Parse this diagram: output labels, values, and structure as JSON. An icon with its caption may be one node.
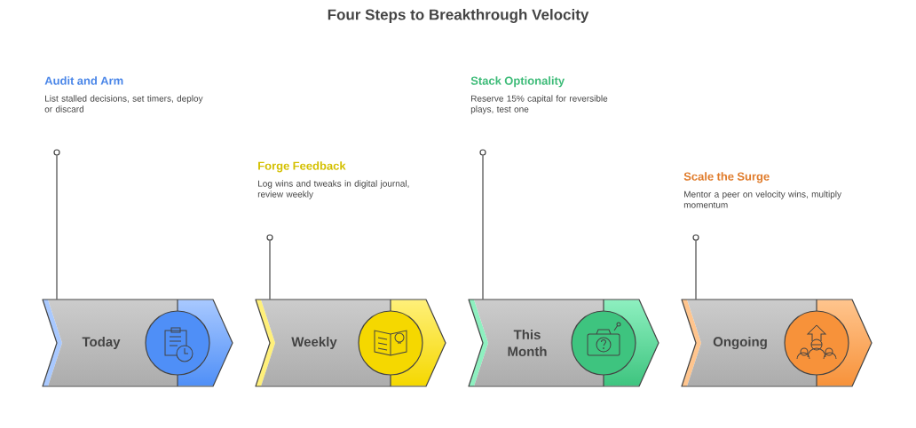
{
  "diagram": {
    "title": "Four Steps to Breakthrough Velocity",
    "nodes": [
      {
        "text": [
          "Audit and Arm",
          "List stalled decisions, set timers, deploy or discard"
        ]
      },
      {
        "text": [],
        "shape": "circle"
      },
      {
        "text": [
          "Today"
        ]
      },
      {
        "text": [
          "Forge Feedback",
          "Log wins and tweaks in digital journal, review weekly"
        ]
      },
      {
        "text": [],
        "shape": "circle"
      },
      {
        "text": [
          "Weekly"
        ]
      },
      {
        "text": [
          "Stack Optionality",
          "Reserve 15% capital for reversible plays, test one"
        ]
      },
      {
        "text": [],
        "shape": "circle"
      },
      {
        "text": [
          "This Month"
        ]
      },
      {
        "text": [
          "Scale the Surge",
          "Mentor a peer on velocity wins, multiply momentum"
        ]
      },
      {
        "text": [],
        "shape": "circle"
      },
      {
        "text": [
          "Ongoing"
        ]
      }
    ],
    "edges": [
      {
        "from": 1,
        "to": 2,
        "arrow": "none"
      },
      {
        "from": 4,
        "to": 5,
        "arrow": "none"
      },
      {
        "from": 7,
        "to": 8,
        "arrow": "none"
      },
      {
        "from": 10,
        "to": 11,
        "arrow": "none"
      }
    ]
  }
}
